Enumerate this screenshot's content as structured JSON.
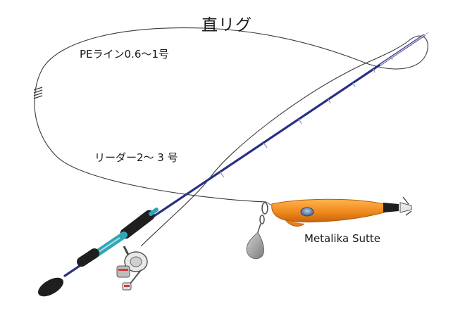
{
  "diagram": {
    "title": "直リグ",
    "labels": {
      "main_line": "PEライン0.6〜1号",
      "leader": "リーダー2〜 3 号",
      "lure": "Metalika Sutte"
    },
    "colors": {
      "rod_blank": "#2a2f86",
      "rod_grip": "#1f1f1f",
      "reel_seat_accent": "#2fa7b7",
      "lure_body": "#f08a1e",
      "lure_eye": "#6a88a8",
      "sinker": "#9a9a9a",
      "line": "#3a3a3a"
    }
  }
}
